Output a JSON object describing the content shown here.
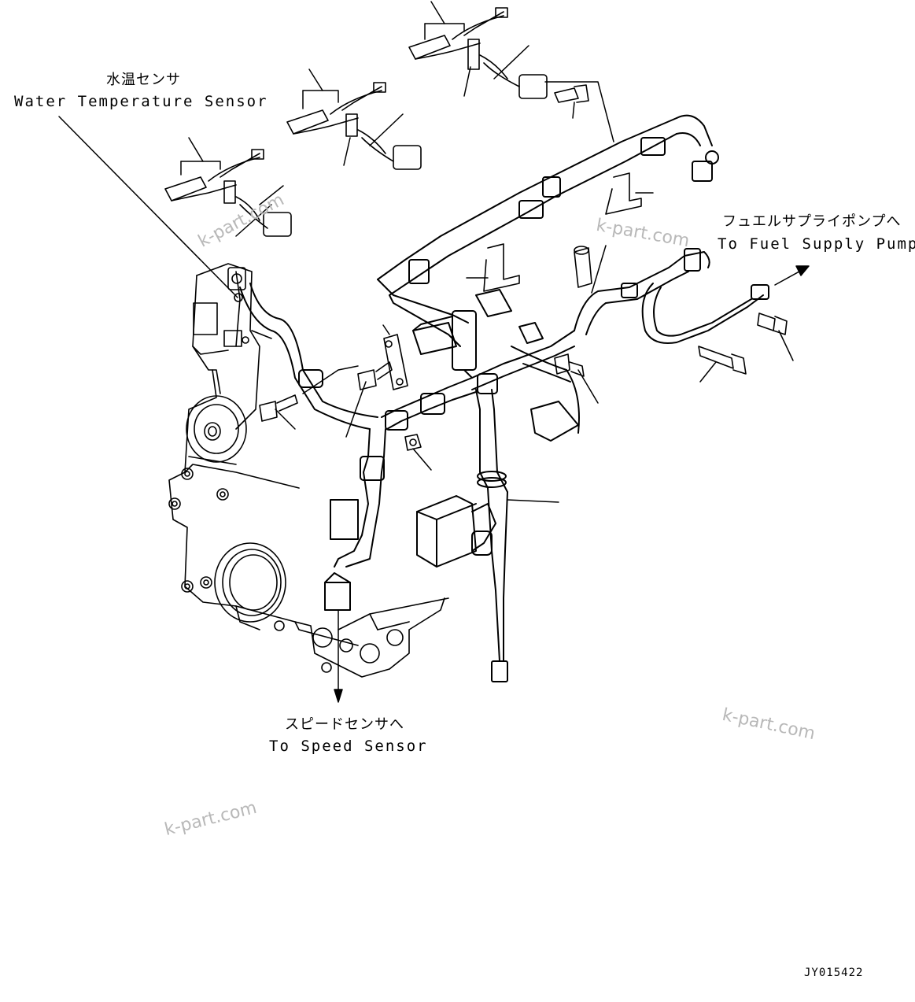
{
  "labels": {
    "water_temp_jp": "水温センサ",
    "water_temp_en": "Water Temperature Sensor",
    "fuel_pump_jp": "フュエルサプライポンプへ",
    "fuel_pump_en": "To Fuel Supply Pump",
    "speed_sensor_jp": "スピードセンサへ",
    "speed_sensor_en": "To Speed Sensor"
  },
  "watermark": "k-part.com",
  "drawing_code": "JY015422"
}
